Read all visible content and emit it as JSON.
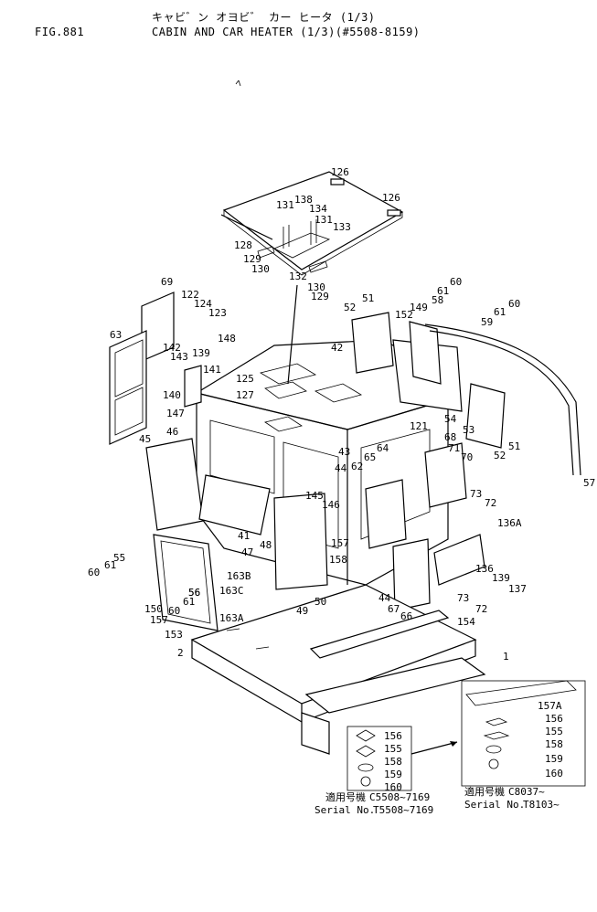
{
  "header": {
    "fig_no": "FIG.881",
    "title_jp": "キャビ゛ン オヨビ゛ カー ヒータ (1/3)",
    "title_en": "CABIN AND CAR HEATER (1/3)(#5508-8159)"
  },
  "callouts": [
    "126",
    "126",
    "131",
    "138",
    "134",
    "131",
    "133",
    "128",
    "129",
    "130",
    "132",
    "130",
    "129",
    "69",
    "122",
    "124",
    "123",
    "63",
    "142",
    "143",
    "139",
    "141",
    "148",
    "140",
    "147",
    "125",
    "127",
    "42",
    "52",
    "51",
    "149",
    "58",
    "61",
    "60",
    "152",
    "59",
    "61",
    "60",
    "54",
    "53",
    "52",
    "51",
    "57",
    "121",
    "68",
    "71",
    "70",
    "43",
    "44",
    "65",
    "64",
    "62",
    "46",
    "45",
    "146",
    "145",
    "73",
    "72",
    "136A",
    "47",
    "48",
    "41",
    "50",
    "49",
    "157",
    "158",
    "44",
    "67",
    "66",
    "136",
    "139",
    "137",
    "73",
    "72",
    "60",
    "61",
    "55",
    "56",
    "163B",
    "163C",
    "163A",
    "150",
    "157",
    "60",
    "61",
    "56",
    "153",
    "2",
    "154",
    "1",
    "156",
    "155",
    "158",
    "159",
    "160",
    "157A",
    "156",
    "155",
    "158",
    "159",
    "160"
  ],
  "insets": {
    "left": {
      "label_jp": "適用号機",
      "serial_jp": "C5508~7169",
      "label_en": "Serial No.",
      "serial_en": "T5508~7169"
    },
    "right": {
      "label_jp": "適用号機",
      "serial_jp": "C8037~",
      "label_en": "Serial No.",
      "serial_en": "T8103~"
    }
  }
}
